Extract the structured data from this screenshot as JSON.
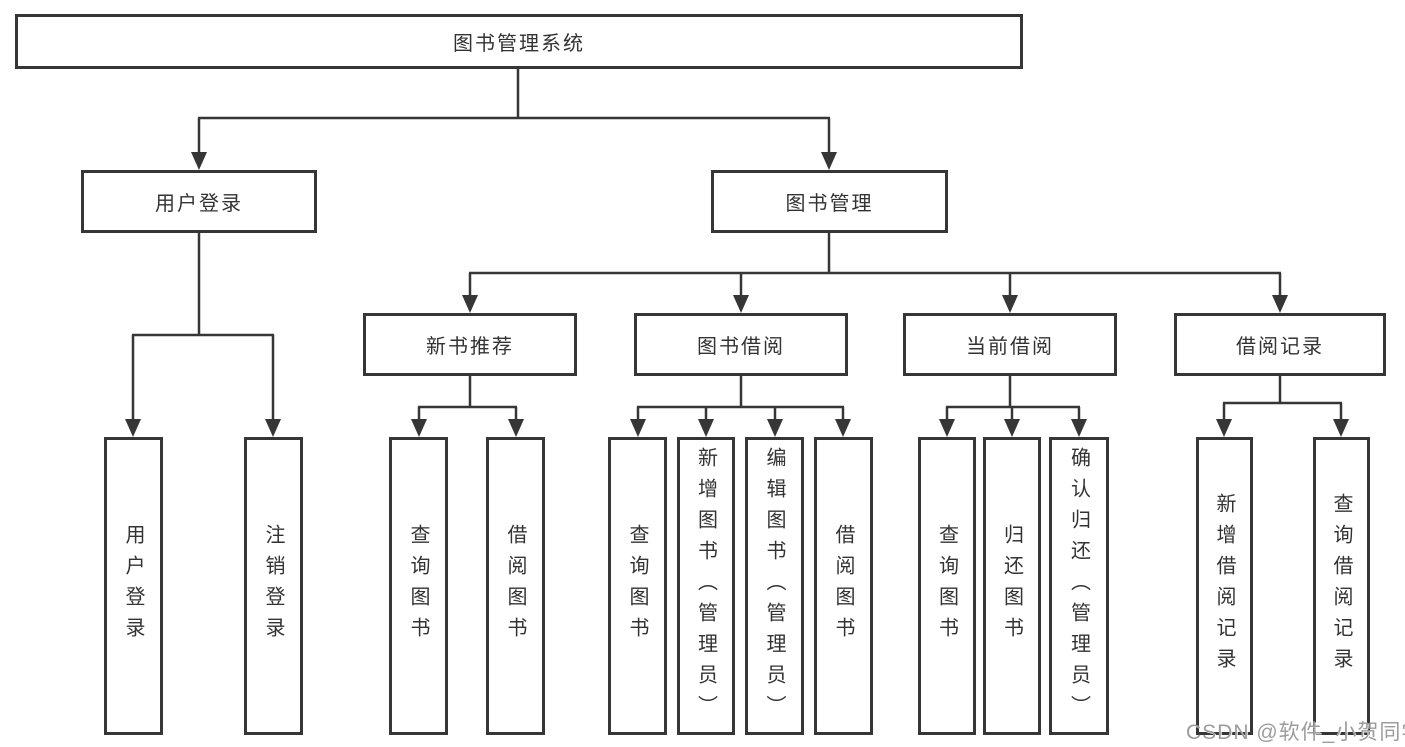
{
  "tree": {
    "root": {
      "label": "图书管理系统",
      "children": [
        {
          "label": "用户登录",
          "children": [
            {
              "label": "用户登录"
            },
            {
              "label": "注销登录"
            }
          ]
        },
        {
          "label": "图书管理",
          "children": [
            {
              "label": "新书推荐",
              "children": [
                {
                  "label": "查询图书"
                },
                {
                  "label": "借阅图书"
                }
              ]
            },
            {
              "label": "图书借阅",
              "children": [
                {
                  "label": "查询图书"
                },
                {
                  "label": "新增图书（管理员）"
                },
                {
                  "label": "编辑图书（管理员）"
                },
                {
                  "label": "借阅图书"
                }
              ]
            },
            {
              "label": "当前借阅",
              "children": [
                {
                  "label": "查询图书"
                },
                {
                  "label": "归还图书"
                },
                {
                  "label": "确认归还（管理员）"
                }
              ]
            },
            {
              "label": "借阅记录",
              "children": [
                {
                  "label": "新增借阅记录"
                },
                {
                  "label": "查询借阅记录"
                }
              ]
            }
          ]
        }
      ]
    }
  },
  "watermark": {
    "text": "CSDN @软件_小贺同学"
  },
  "colors": {
    "line": "#363636",
    "box_border": "#363636",
    "text": "#333333",
    "watermark": "#9c9c9c"
  }
}
